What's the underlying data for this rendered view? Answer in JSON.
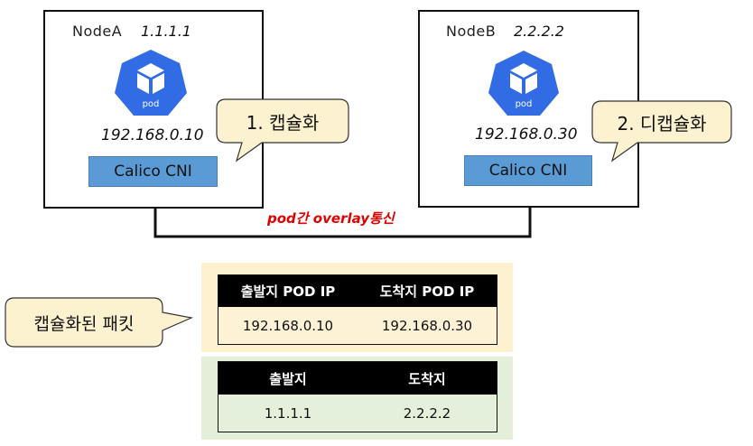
{
  "node_a": {
    "name": "NodeA",
    "ip": "1.1.1.1",
    "pod_label": "pod",
    "pod_ip": "192.168.0.10",
    "cni": "Calico CNI"
  },
  "node_b": {
    "name": "NodeB",
    "ip": "2.2.2.2",
    "pod_label": "pod",
    "pod_ip": "192.168.0.30",
    "cni": "Calico CNI"
  },
  "callouts": {
    "encap": "1. 캡슐화",
    "decap": "2. 디캡슐화",
    "packet": "캡슐화된 패킷"
  },
  "overlay_label": "pod간 overlay통신",
  "inner_table": {
    "headers": [
      "출발지 POD IP",
      "도착지 POD IP"
    ],
    "row": [
      "192.168.0.10",
      "192.168.0.30"
    ]
  },
  "outer_table": {
    "headers": [
      "출발지",
      "도착지"
    ],
    "row": [
      "1.1.1.1",
      "2.2.2.2"
    ]
  },
  "colors": {
    "cni_blue": "#5b9bd5",
    "k8s_blue": "#326ce5",
    "callout_fill": "#fdf2d0",
    "inner_panel": "#fdf0cf",
    "outer_panel": "#e3efd9",
    "inner_row": "#fdf2d6",
    "outer_row": "#e5f0dc",
    "overlay_text": "#e00000"
  }
}
